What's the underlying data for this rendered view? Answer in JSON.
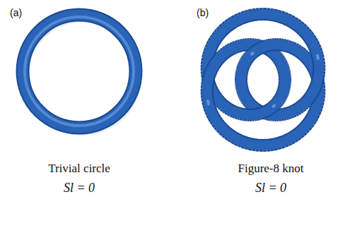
{
  "diagram": {
    "labels": [
      "(a)",
      "(b)",
      "Trivial circle",
      "Sl = 0",
      "Figure-8 knot",
      "Sl = 0"
    ]
  }
}
